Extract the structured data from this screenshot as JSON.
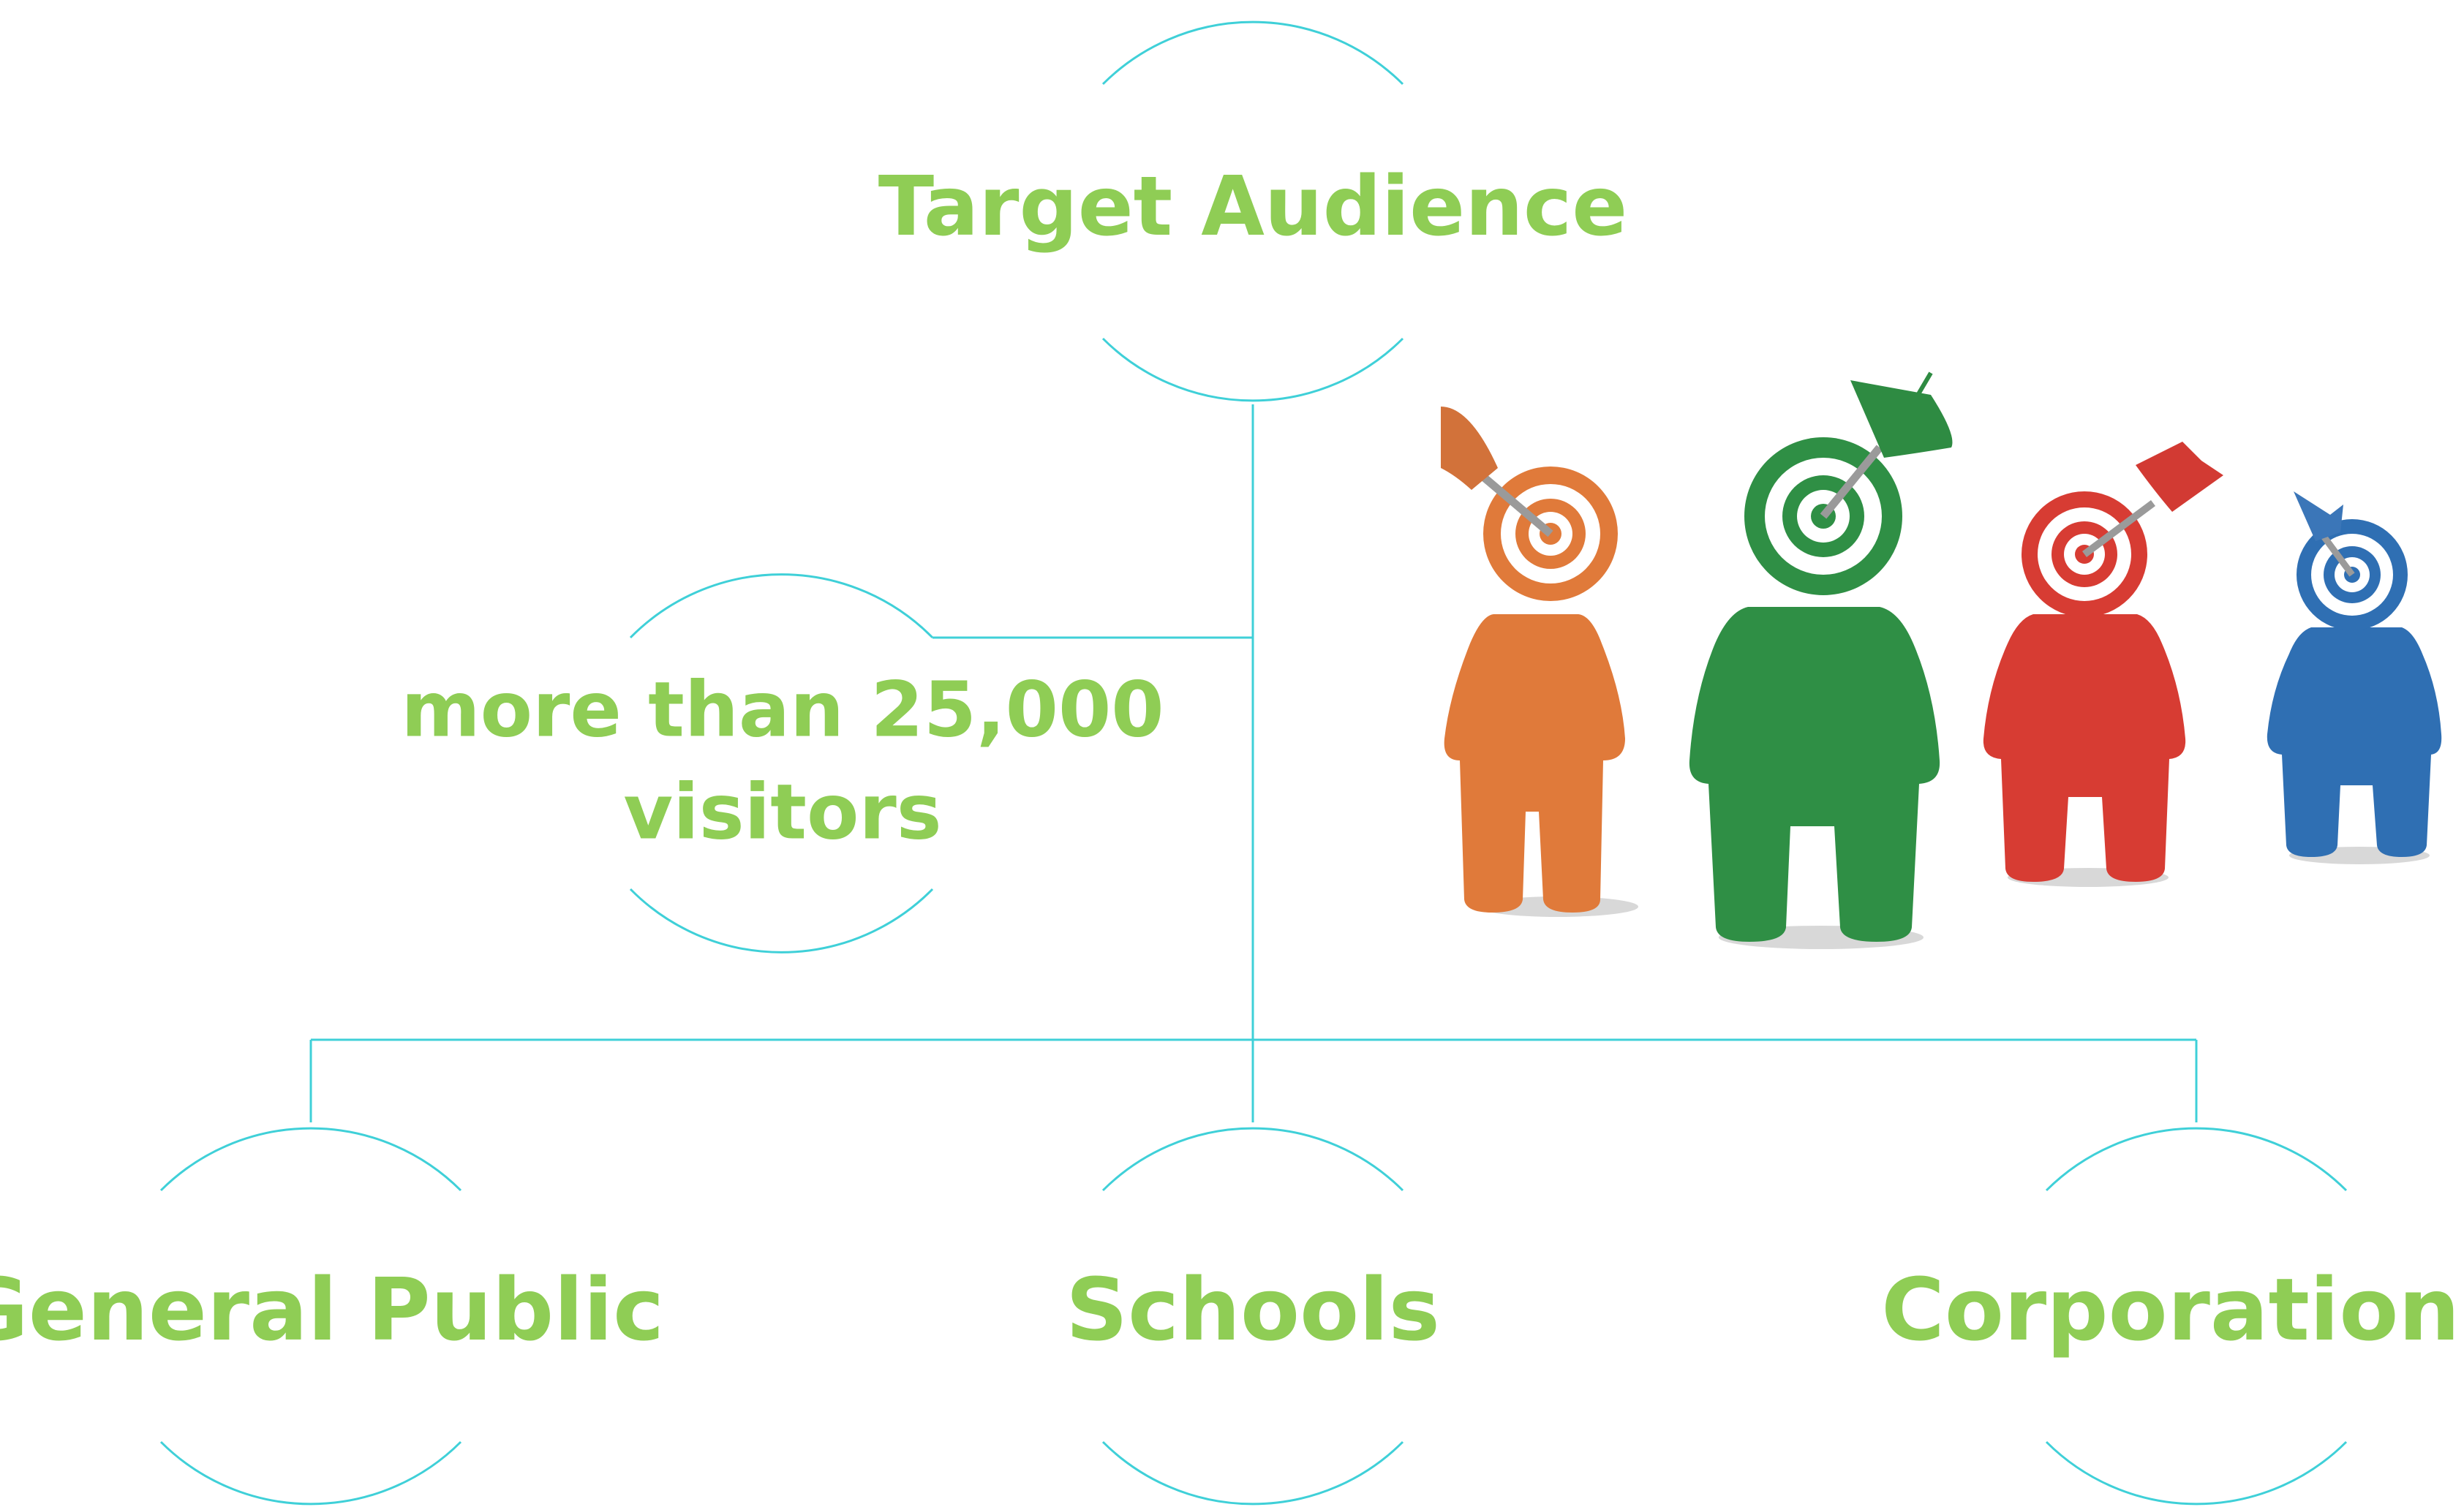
{
  "diagram": {
    "root": {
      "label": "Target Audience"
    },
    "side_note": {
      "line1": "more than 25,000",
      "line2": "visitors"
    },
    "leaves": [
      {
        "label": "General Public"
      },
      {
        "label": "Schools"
      },
      {
        "label": "Corporations"
      }
    ],
    "line_color": "#3fd0d8",
    "text_color": "#8fcd55"
  },
  "illustration": {
    "subject": "target-head-figures",
    "figures": [
      {
        "body_color": "#e07a3a",
        "dart_color": "#d2723a"
      },
      {
        "body_color": "#2f8f45",
        "dart_color": "#2e8b42"
      },
      {
        "body_color": "#d73c33",
        "dart_color": "#d23a33"
      },
      {
        "body_color": "#2f6fb3",
        "dart_color": "#3b76b8"
      }
    ]
  }
}
